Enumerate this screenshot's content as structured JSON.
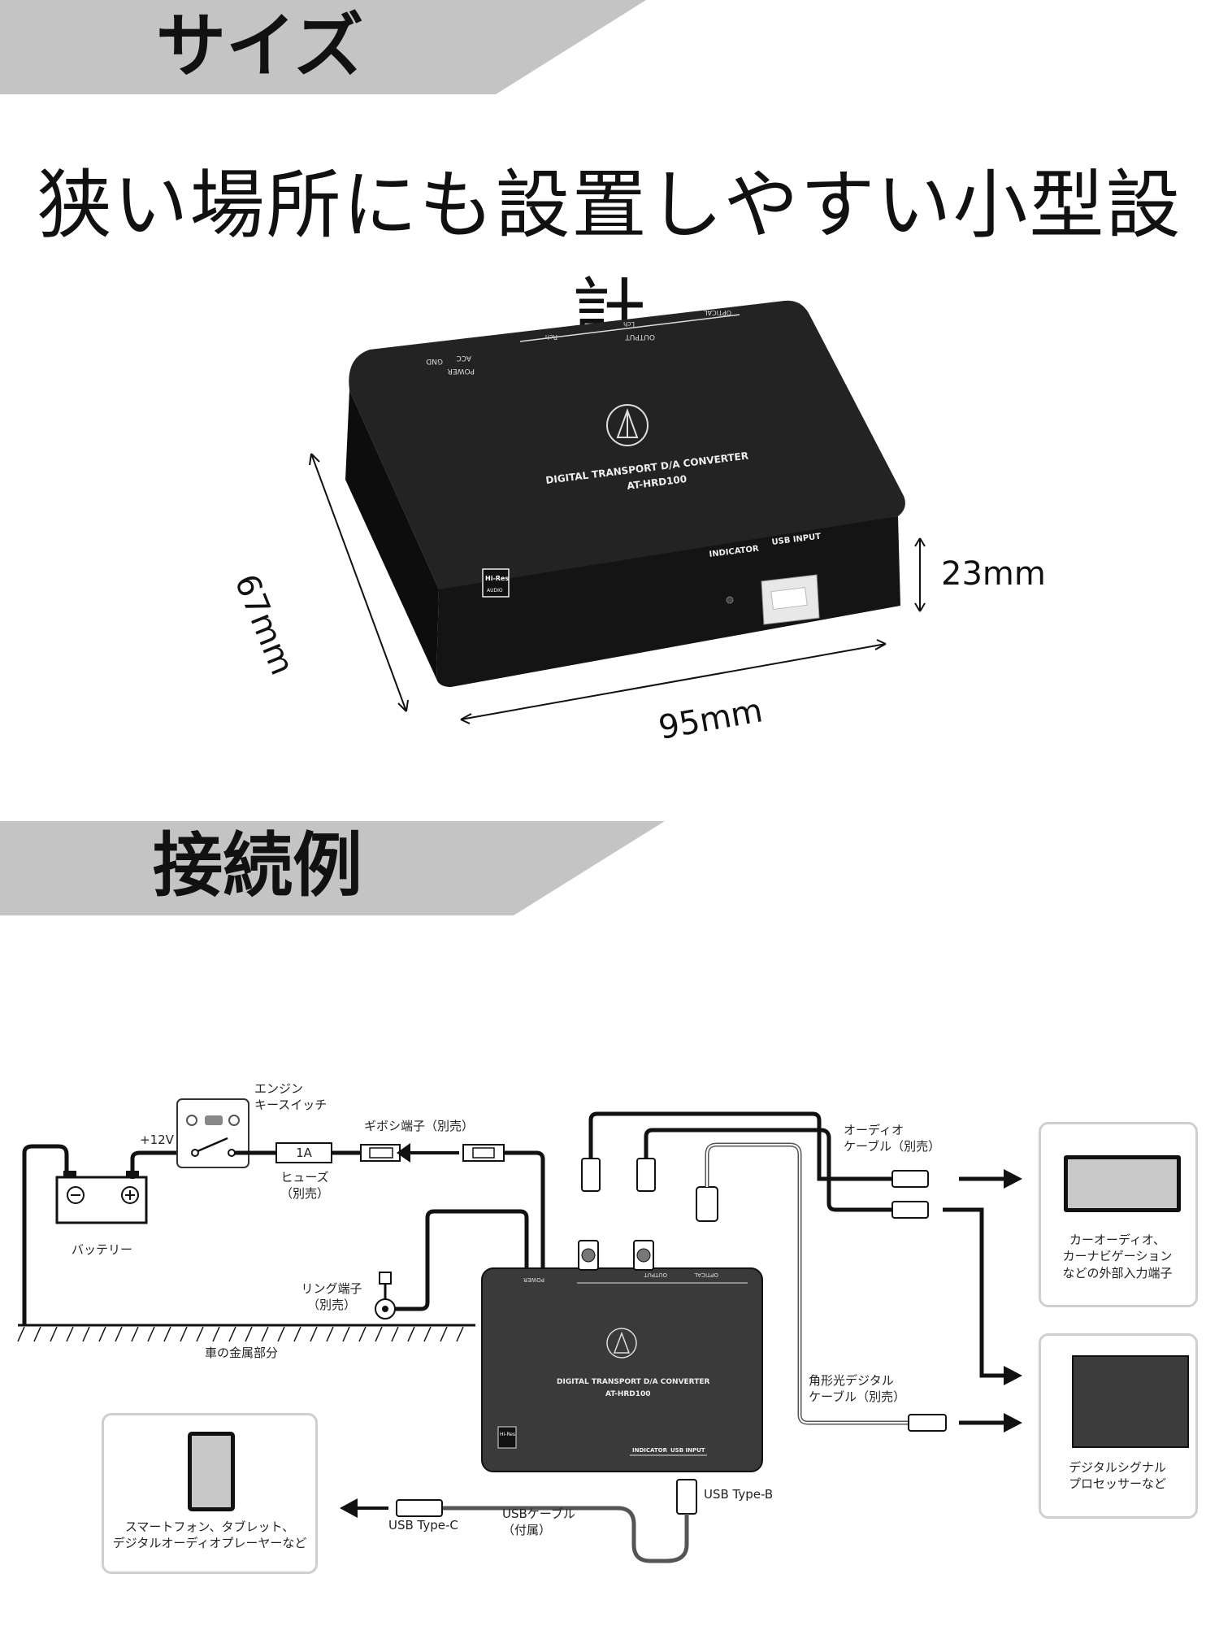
{
  "section_size": {
    "heading": "サイズ",
    "tagline": "狭い場所にも設置しやすい小型設計",
    "dims": {
      "depth": "67mm",
      "height": "23mm",
      "width": "95mm"
    }
  },
  "section_connection": {
    "heading": "接続例"
  },
  "device": {
    "name": "DIGITAL TRANSPORT D/A CONVERTER",
    "model": "AT-HRD100",
    "port_power": "POWER",
    "port_acc": "ACC",
    "port_gnd": "GND",
    "port_output": "OUTPUT",
    "port_rch": "Rch",
    "port_lch": "Lch",
    "port_optical": "OPTICAL",
    "indicator": "INDICATOR",
    "usb_input": "USB INPUT",
    "hires_top": "Hi-Res",
    "hires_bottom": "AUDIO"
  },
  "diagram": {
    "engine_key_l1": "エンジン",
    "engine_key_l2": "キースイッチ",
    "plus12v": "+12V",
    "fuse_value": "1A",
    "fuse_l1": "ヒューズ",
    "fuse_l2": "（別売）",
    "gibosi": "ギボシ端子（別売）",
    "battery": "バッテリー",
    "ring_l1": "リング端子",
    "ring_l2": "（別売）",
    "car_metal": "車の金属部分",
    "audio_cable_l1": "オーディオ",
    "audio_cable_l2": "ケーブル（別売）",
    "optical_l1": "角形光デジタル",
    "optical_l2": "ケーブル（別売）",
    "usb_b": "USB Type-B",
    "usb_c": "USB Type-C",
    "usb_cable_l1": "USBケーブル",
    "usb_cable_l2": "（付属）",
    "car_audio_l1": "カーオーディオ、",
    "car_audio_l2": "カーナビゲーション",
    "car_audio_l3": "などの外部入力端子",
    "dsp_l1": "デジタルシグナル",
    "dsp_l2": "プロセッサーなど",
    "smart_l1": "スマートフォン、タブレット、",
    "smart_l2": "デジタルオーディオプレーヤーなど"
  },
  "colors": {
    "band": "#c4c4c4",
    "device": "#1b1b1b",
    "frame": "#cfcfcf"
  }
}
